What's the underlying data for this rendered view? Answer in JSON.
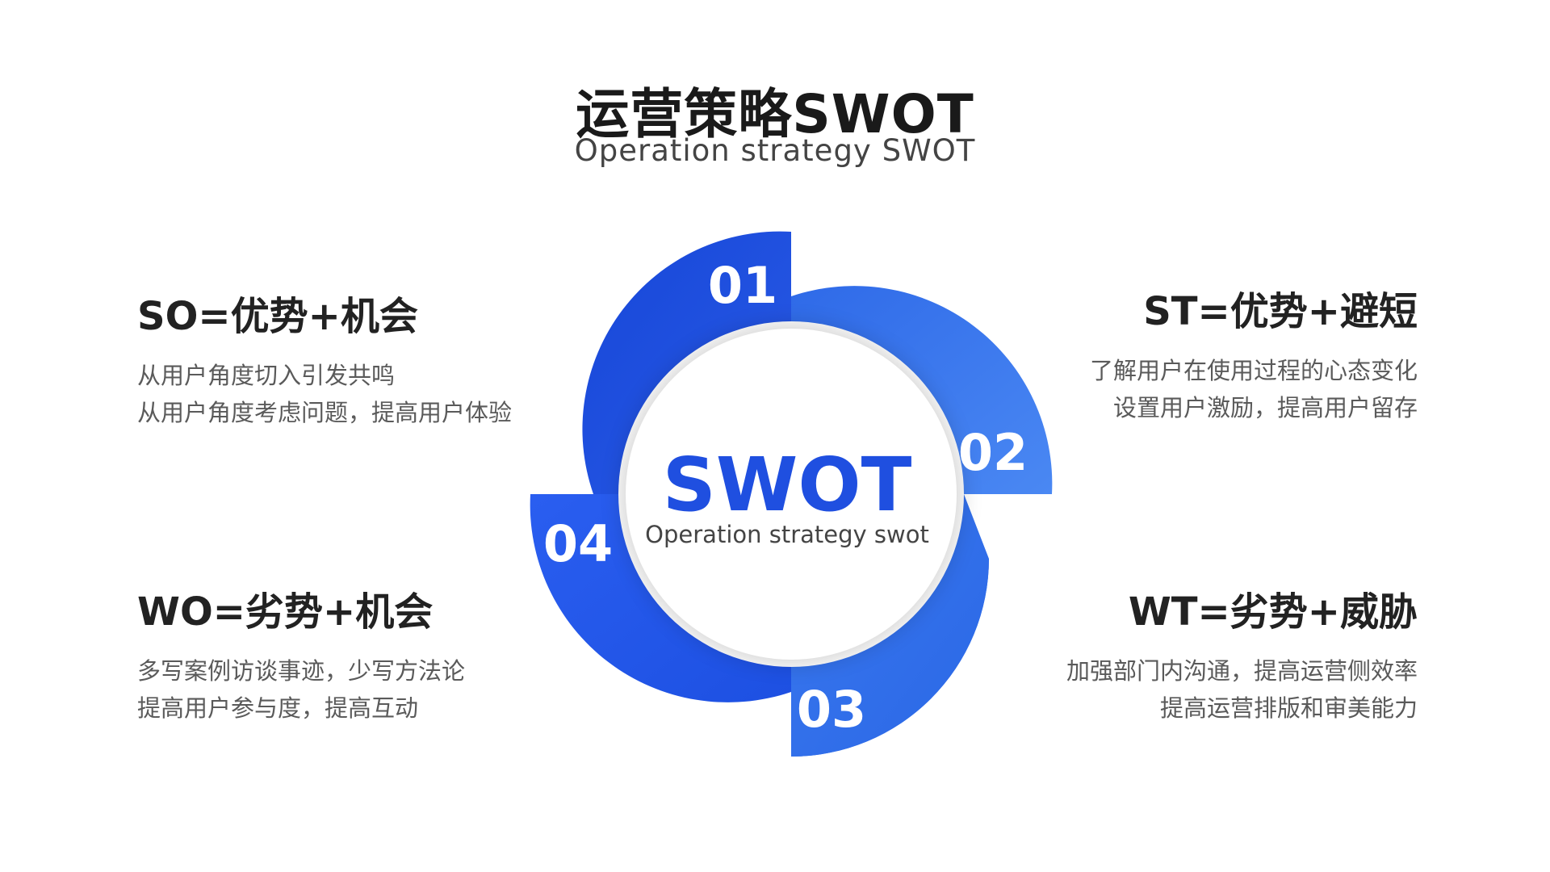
{
  "title": "运营策略SWOT",
  "subtitle": "Operation strategy SWOT",
  "center": {
    "title": "SWOT",
    "subtitle": "Operation strategy swot"
  },
  "segments": [
    {
      "number": "01",
      "color": "#1d4fe0"
    },
    {
      "number": "02",
      "color": "#3d7cf0"
    },
    {
      "number": "03",
      "color": "#2f6ee8"
    },
    {
      "number": "04",
      "color": "#2155ea"
    }
  ],
  "blocks": {
    "so": {
      "heading": "SO=优势+机会",
      "lines": [
        "从用户角度切入引发共鸣",
        "从用户角度考虑问题，提高用户体验"
      ]
    },
    "st": {
      "heading": "ST=优势+避短",
      "lines": [
        "了解用户在使用过程的心态变化",
        "设置用户激励，提高用户留存"
      ]
    },
    "wo": {
      "heading": "WO=劣势+机会",
      "lines": [
        "多写案例访谈事迹，少写方法论",
        "提高用户参与度，提高互动"
      ]
    },
    "wt": {
      "heading": "WT=劣势+威胁",
      "lines": [
        "加强部门内沟通，提高运营侧效率",
        "提高运营排版和审美能力"
      ]
    }
  },
  "colors": {
    "center_title": "#1f4fe0",
    "center_subtitle": "#444444"
  }
}
